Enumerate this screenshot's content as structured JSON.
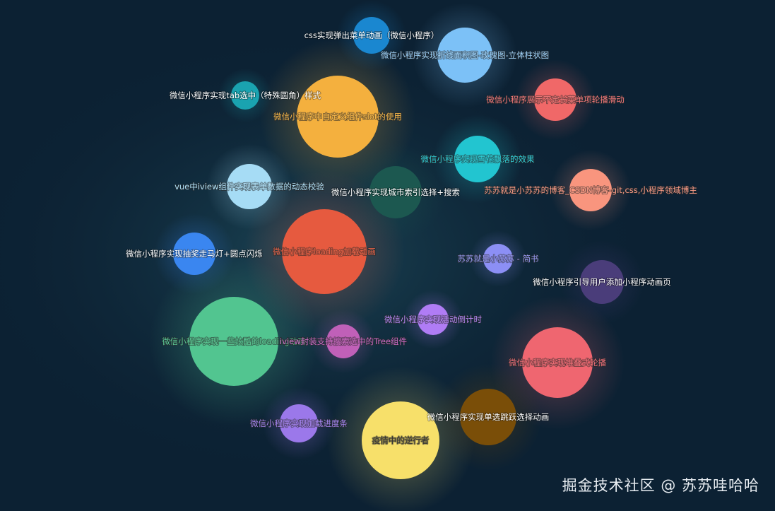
{
  "chart_data": {
    "type": "bubble",
    "title": "",
    "background": "#0c2133",
    "items": [
      {
        "label": "css实现弹出菜单动画（微信小程序）",
        "color": "#1a87d0",
        "label_color": "#ffffff"
      },
      {
        "label": "微信小程序实现折线面积图-玫瑰图-立体柱状图",
        "color": "#7cc1f7",
        "label_color": "#9fd3fa"
      },
      {
        "label": "微信小程序展示不定长菜单项轮播滑动",
        "color": "#f06868",
        "label_color": "#f47a7a"
      },
      {
        "label": "微信小程序实现tab选中（特殊圆角）样式",
        "color": "#1aa3b0",
        "label_color": "#ffffff"
      },
      {
        "label": "微信小程序中自定义组件slot的使用",
        "color": "#f4b03e",
        "label_color": "#f7b84a"
      },
      {
        "label": "微信小程序实现雪花飘落的效果",
        "color": "#22c5d0",
        "label_color": "#30cfd8"
      },
      {
        "label": "vue中iview组件实现表单数据的动态校验",
        "color": "#a6dcf5",
        "label_color": "#b0e0f6"
      },
      {
        "label": "微信小程序实现城市索引选择+搜索",
        "color": "#1c5850",
        "label_color": "#ffffff"
      },
      {
        "label": "苏苏就是小苏苏的博客_CSDN博客-git,css,小程序领域博主",
        "color": "#f9957e",
        "label_color": "#fa9c86"
      },
      {
        "label": "微信小程序loading加载动画",
        "color": "#e65a3f",
        "label_color": "#ea6448"
      },
      {
        "label": "微信小程序实现抽奖走马灯+圆点闪烁",
        "color": "#3a86f0",
        "label_color": "#ffffff"
      },
      {
        "label": "苏苏就是小苏苏 - 简书",
        "color": "#8c8ff5",
        "label_color": "#9a9df7"
      },
      {
        "label": "微信小程序引导用户添加小程序动画页",
        "color": "#4a3d7a",
        "label_color": "#ffffff"
      },
      {
        "label": "微信小程序实现活动倒计时",
        "color": "#b07cf5",
        "label_color": "#b888f7"
      },
      {
        "label": "微信小程序实现一些炫酷的loading动画",
        "color": "#52c590",
        "label_color": "#5ccb96"
      },
      {
        "label": "iview封装支持搜索选中的Tree组件",
        "color": "#c060b8",
        "label_color": "#c868c0"
      },
      {
        "label": "微信小程序实现堆叠式轮播",
        "color": "#ef6670",
        "label_color": "#f27079"
      },
      {
        "label": "微信小程序实现加载进度条",
        "color": "#9b78ea",
        "label_color": "#a584ee"
      },
      {
        "label": "疫情中的逆行者",
        "color": "#f7e06a",
        "label_color": "#333333"
      },
      {
        "label": "微信小程序实现单选跳跃选择动画",
        "color": "#7a4e08",
        "label_color": "#ffffff"
      }
    ]
  },
  "watermark": "掘金技术社区 @ 苏苏哇哈哈"
}
